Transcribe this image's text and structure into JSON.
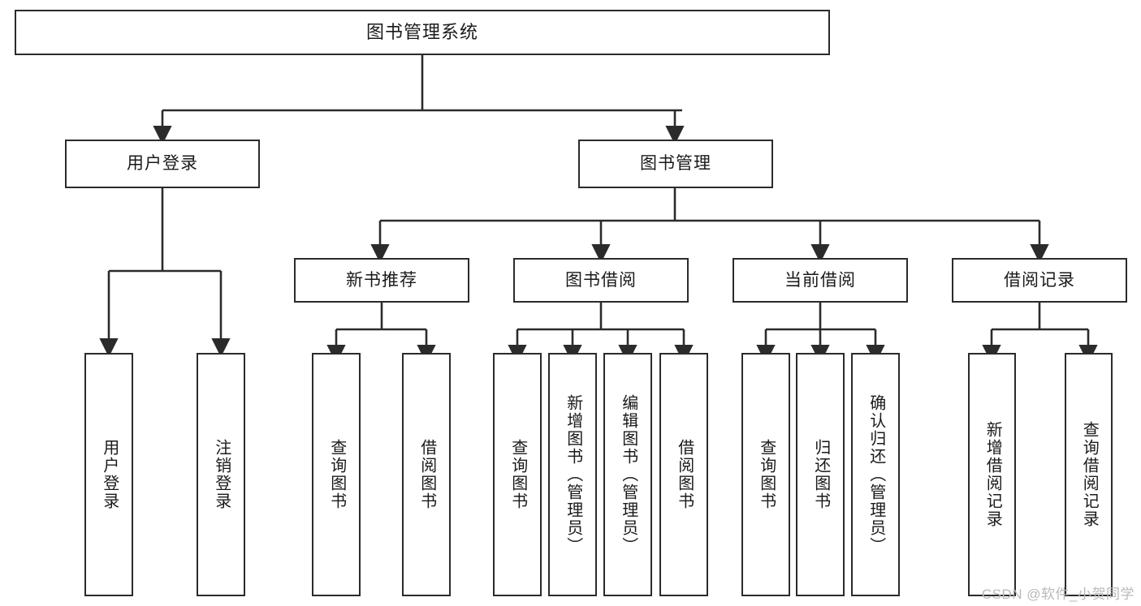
{
  "diagram": {
    "title": "图书管理系统",
    "type": "tree",
    "background": "#ffffff",
    "line_color": "#2b2b2b",
    "box_fill": "#ffffff",
    "text_color": "#1a1a1a",
    "watermark": "CSDN @软件_小贺同学"
  },
  "nodes": {
    "root": {
      "label": "图书管理系统"
    },
    "level1": [
      {
        "id": "user-login",
        "label": "用户登录"
      },
      {
        "id": "book-manage",
        "label": "图书管理"
      }
    ],
    "level2": [
      {
        "id": "new-book-recommend",
        "label": "新书推荐"
      },
      {
        "id": "book-borrow",
        "label": "图书借阅"
      },
      {
        "id": "current-borrow",
        "label": "当前借阅"
      },
      {
        "id": "borrow-record",
        "label": "借阅记录"
      }
    ],
    "leaves": {
      "user-login": [
        {
          "id": "leaf-user-login",
          "label": "用户登录"
        },
        {
          "id": "leaf-logout-login",
          "label": "注销登录"
        }
      ],
      "new-book-recommend": [
        {
          "id": "leaf-query-book-1",
          "label": "查询图书"
        },
        {
          "id": "leaf-borrow-book-1",
          "label": "借阅图书"
        }
      ],
      "book-borrow": [
        {
          "id": "leaf-query-book-2",
          "label": "查询图书"
        },
        {
          "id": "leaf-add-book",
          "label": "新增图书（管理员）"
        },
        {
          "id": "leaf-edit-book",
          "label": "编辑图书（管理员）"
        },
        {
          "id": "leaf-borrow-book-2",
          "label": "借阅图书"
        }
      ],
      "current-borrow": [
        {
          "id": "leaf-query-book-3",
          "label": "查询图书"
        },
        {
          "id": "leaf-return-book",
          "label": "归还图书"
        },
        {
          "id": "leaf-confirm-return",
          "label": "确认归还（管理员）"
        }
      ],
      "borrow-record": [
        {
          "id": "leaf-add-record",
          "label": "新增借阅记录"
        },
        {
          "id": "leaf-query-record",
          "label": "查询借阅记录"
        }
      ]
    }
  }
}
